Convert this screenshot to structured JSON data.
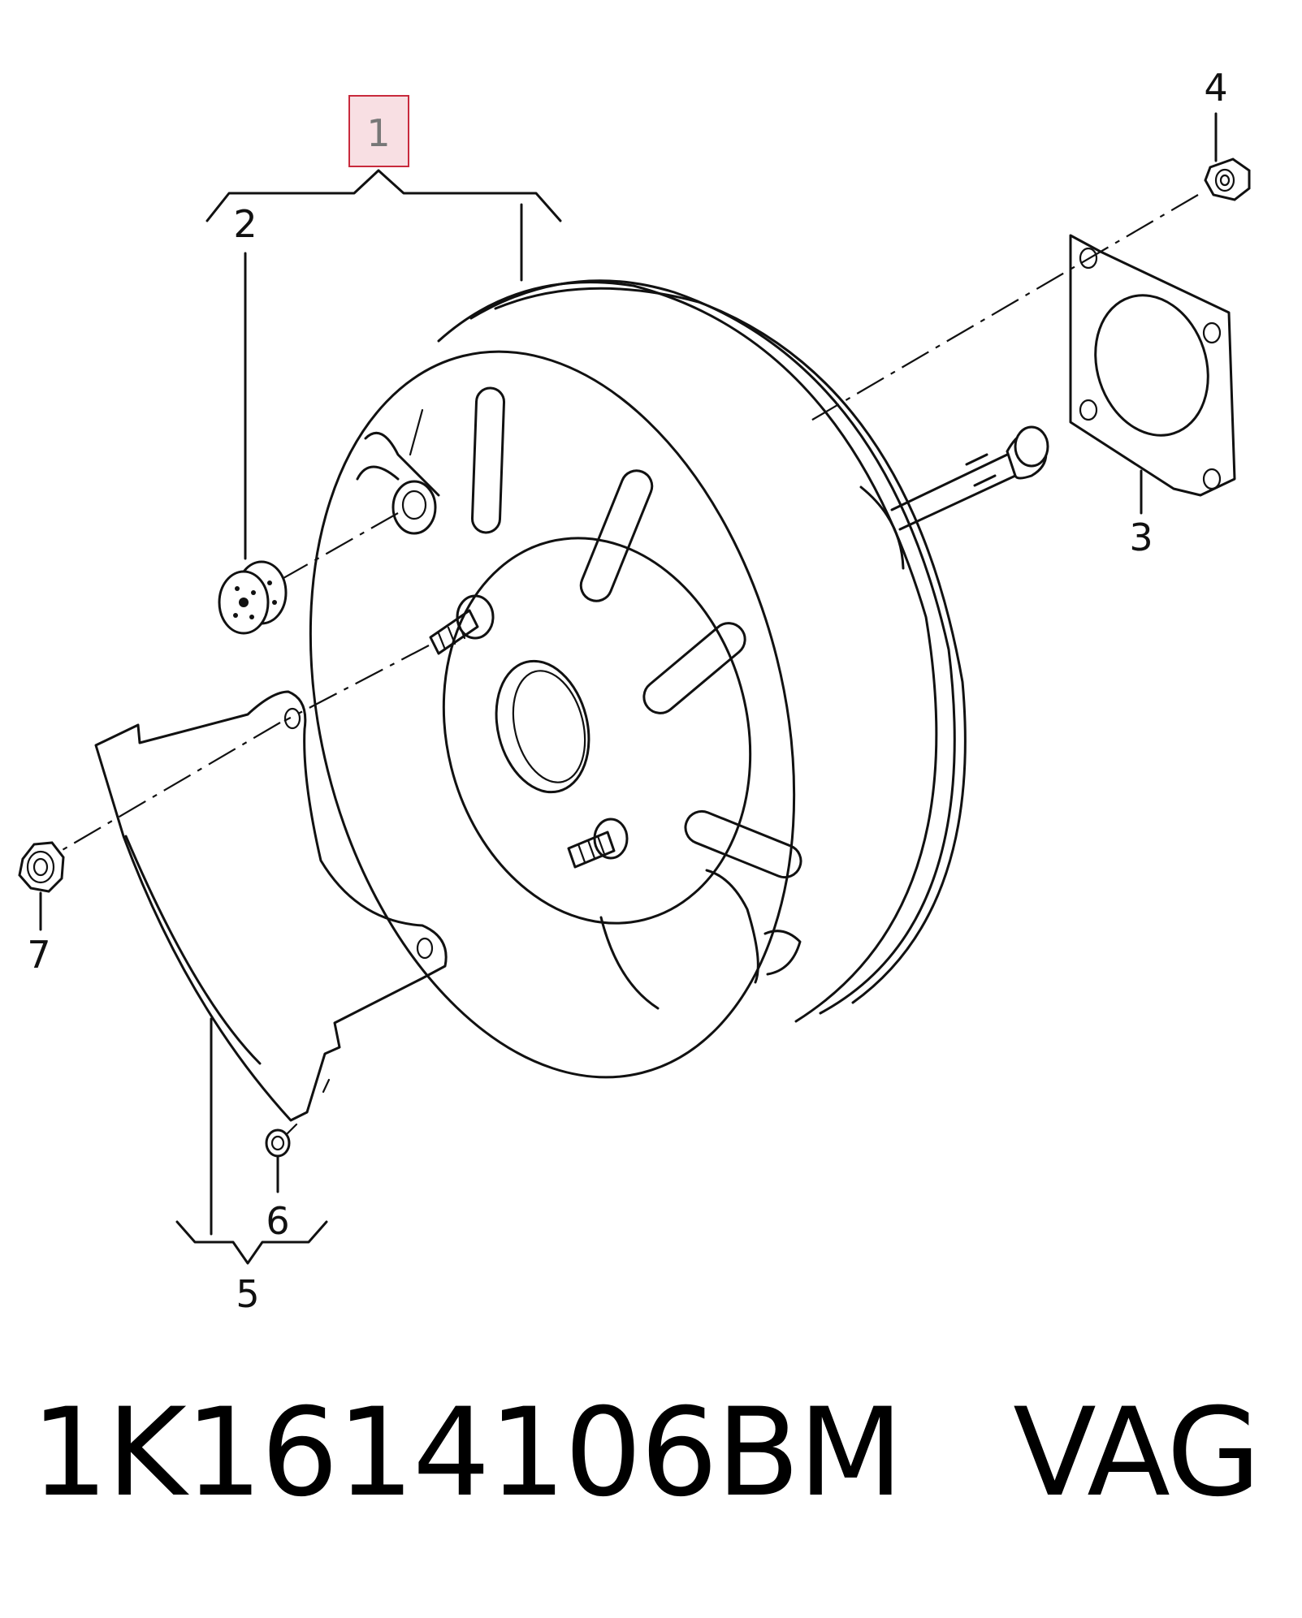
{
  "diagram": {
    "callouts": [
      {
        "id": "1",
        "label": "1",
        "highlighted": true
      },
      {
        "id": "2",
        "label": "2"
      },
      {
        "id": "3",
        "label": "3"
      },
      {
        "id": "4",
        "label": "4"
      },
      {
        "id": "5",
        "label": "5"
      },
      {
        "id": "6",
        "label": "6"
      },
      {
        "id": "7",
        "label": "7"
      }
    ],
    "highlight_color": "#f8dfe3",
    "highlight_border": "#c82a3c"
  },
  "caption": {
    "part_number": "1K1614106BM",
    "brand": "VAG",
    "text": "1K1614106BM   VAG"
  }
}
